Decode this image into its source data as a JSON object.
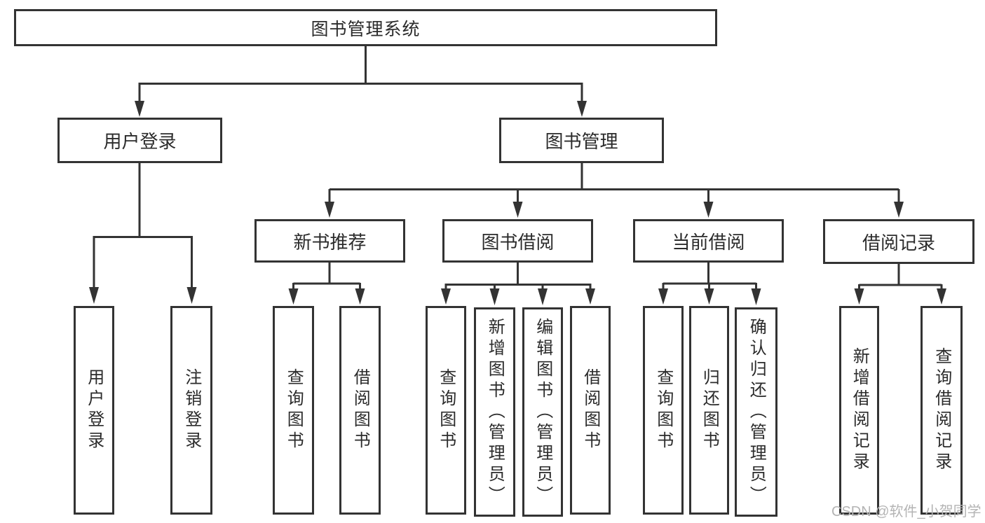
{
  "diagram_type": "hierarchy-tree",
  "colors": {
    "line": "#333333",
    "box_border": "#333333",
    "box_fill": "#ffffff",
    "text": "#2b2b2b",
    "watermark": "#b4b4b4",
    "background": "#ffffff"
  },
  "tree": {
    "label": "图书管理系统",
    "children": [
      {
        "label": "用户登录",
        "children": [
          {
            "label": "用户登录"
          },
          {
            "label": "注销登录"
          }
        ]
      },
      {
        "label": "图书管理",
        "children": [
          {
            "label": "新书推荐",
            "children": [
              {
                "label": "查询图书"
              },
              {
                "label": "借阅图书"
              }
            ]
          },
          {
            "label": "图书借阅",
            "children": [
              {
                "label": "查询图书"
              },
              {
                "label": "新增图书（管理员）"
              },
              {
                "label": "编辑图书（管理员）"
              },
              {
                "label": "借阅图书"
              }
            ]
          },
          {
            "label": "当前借阅",
            "children": [
              {
                "label": "查询图书"
              },
              {
                "label": "归还图书"
              },
              {
                "label": "确认归还（管理员）"
              }
            ]
          },
          {
            "label": "借阅记录",
            "children": [
              {
                "label": "新增借阅记录"
              },
              {
                "label": "查询借阅记录"
              }
            ]
          }
        ]
      }
    ]
  },
  "watermark": {
    "text": "CSDN @软件_小贺同学"
  }
}
